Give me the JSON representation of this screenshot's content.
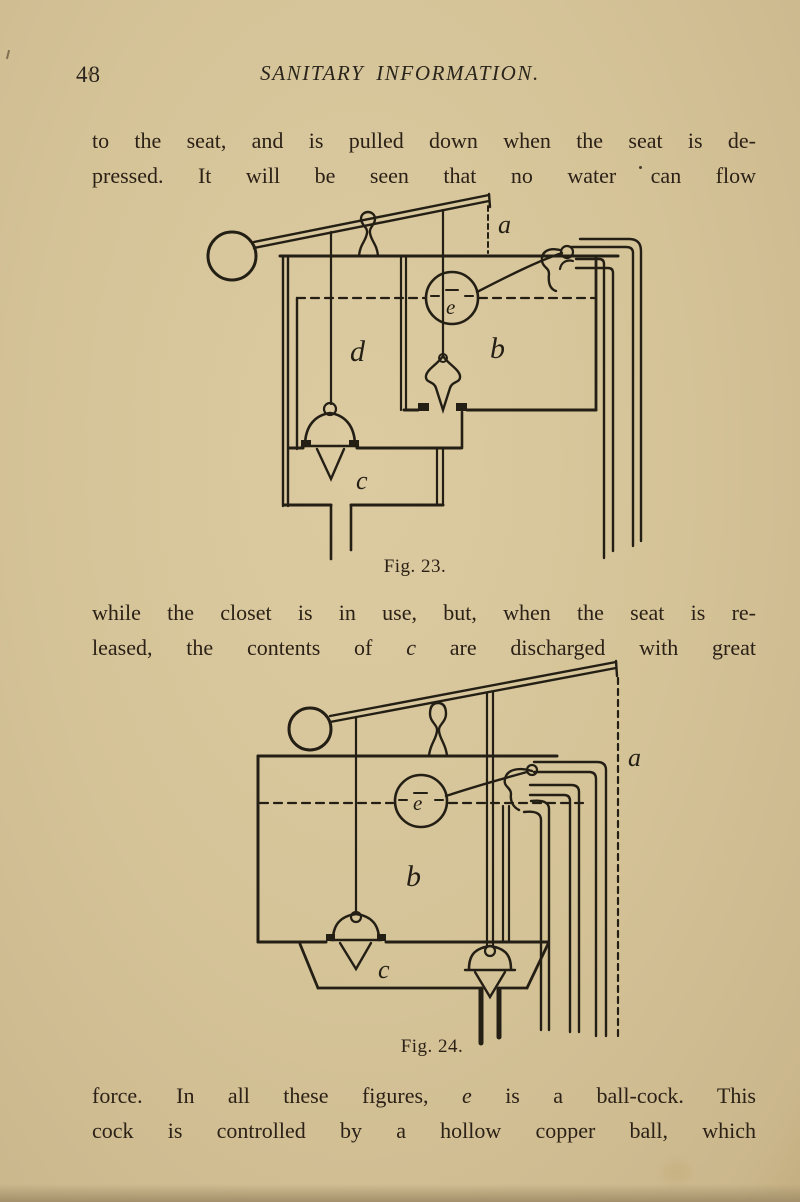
{
  "page_number": "48",
  "header": {
    "title": "SANITARY INFORMATION."
  },
  "paragraphs": {
    "p1": {
      "line1": "to the seat, and is pulled down when the seat is de-",
      "line2": "pressed.  It will be seen that no water can flow"
    },
    "p2": {
      "line1": "while the closet is in use, but, when the seat is re-",
      "line2_seg1": "leased, the contents of ",
      "line2_var": "c",
      "line2_seg2": " are discharged with great"
    },
    "p3": {
      "line1_seg1": "force.  In all these figures, ",
      "line1_var": "e",
      "line1_seg2": " is a ball-cock.  This",
      "line2": "cock is controlled by a hollow copper ball, which"
    }
  },
  "fig23": {
    "caption": "Fig. 23.",
    "labels": {
      "a": "a",
      "b": "b",
      "c": "c",
      "d": "d",
      "e": "e"
    }
  },
  "fig24": {
    "caption": "Fig. 24.",
    "labels": {
      "a": "a",
      "b": "b",
      "c": "c",
      "e": "e"
    }
  },
  "colors": {
    "paper": "#d5c398",
    "ink": "#2b2116",
    "figure_ink": "#241f15"
  }
}
